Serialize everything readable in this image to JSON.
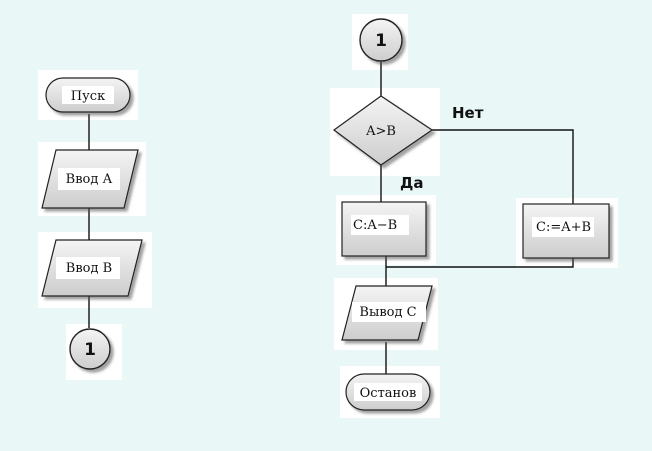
{
  "diagram": {
    "left_flow": {
      "start": "Пуск",
      "input_a": "Ввод А",
      "input_b": "Ввод В",
      "connector": "1"
    },
    "right_flow": {
      "connector": "1",
      "condition": "A>B",
      "no_label": "Нет",
      "yes_label": "Да",
      "yes_action": "C:A−B",
      "no_action": "C:=A+B",
      "output": "Вывод С",
      "stop": "Останов"
    }
  }
}
